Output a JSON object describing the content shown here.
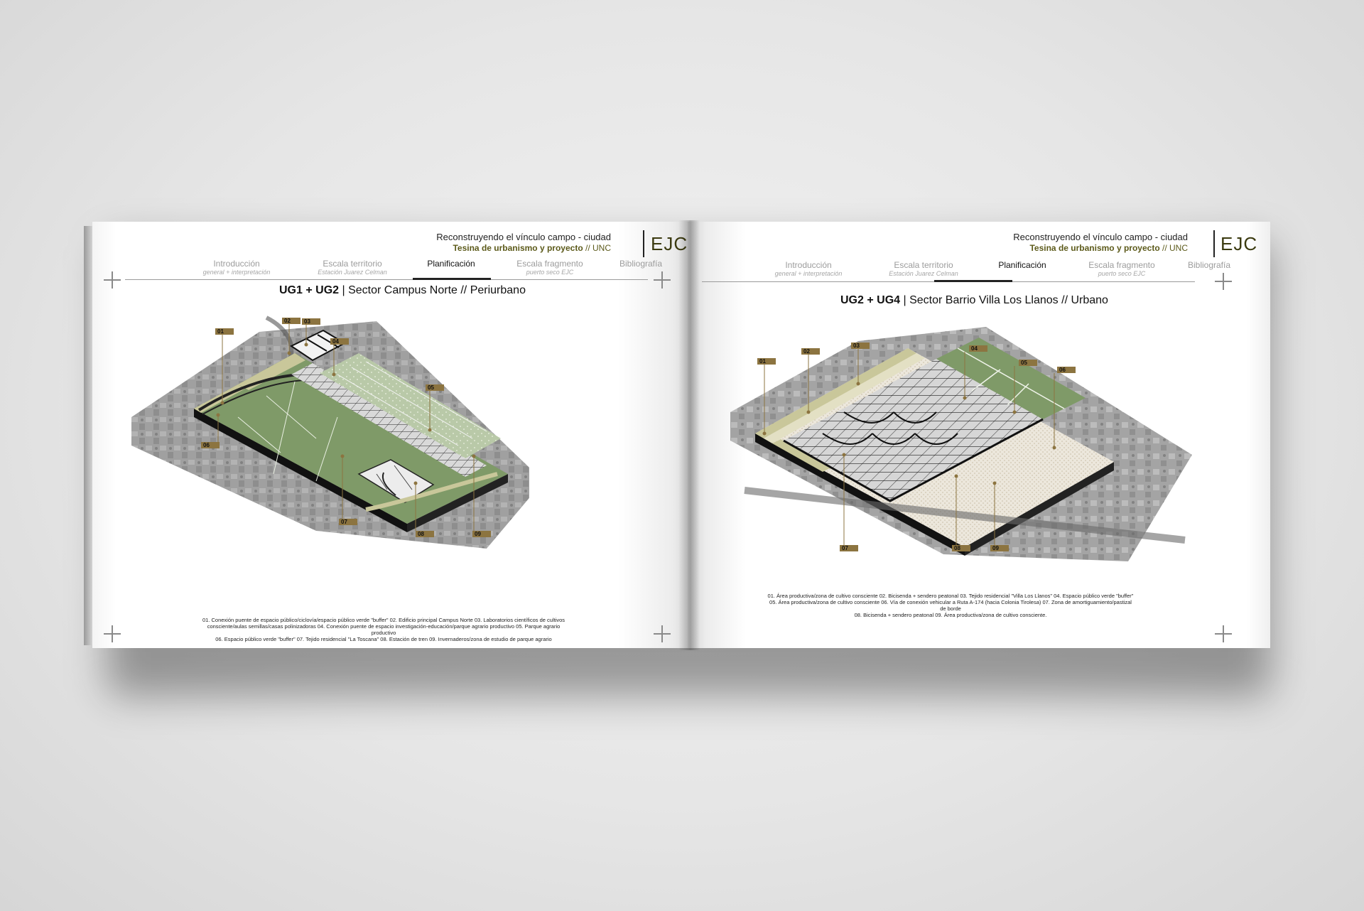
{
  "header": {
    "title": "Reconstruyendo el vínculo campo - ciudad",
    "subtitle_strong": "Tesina de urbanismo y proyecto",
    "subtitle_tail": " // UNC",
    "brand": "EJC"
  },
  "tabs": [
    {
      "label": "Introducción",
      "sub": "general + interpretación"
    },
    {
      "label": "Escala territorio",
      "sub": "Estación Juarez Celman"
    },
    {
      "label": "Planificación",
      "sub": ""
    },
    {
      "label": "Escala fragmento",
      "sub": "puerto seco EJC"
    },
    {
      "label": "Bibliografía",
      "sub": ""
    }
  ],
  "active_tab": "Planificación",
  "left_page": {
    "section_bold": "UG1 + UG2",
    "section_rest": "Sector Campus Norte // Periurbano",
    "markers": [
      "01",
      "02",
      "03",
      "04",
      "05",
      "06",
      "07",
      "08",
      "09"
    ],
    "caption": [
      "01. Conexión puente de espacio público/ciclovía/espacio público verde \"buffer\" 02. Edificio principal Campus Norte 03. Laboratorios científicos de cultivos",
      "consciente/aulas semillas/casas polinizadoras 04. Conexión puente de espacio investigación-educación/parque agrario productivo 05. Parque agrario productivo",
      "06. Espacio público verde \"buffer\" 07. Tejido residencial \"La Toscana\" 08. Estación de tren 09. Invernaderos/zona de estudio de parque agrario"
    ]
  },
  "right_page": {
    "section_bold": "UG2 + UG4",
    "section_rest": "Sector Barrio Villa Los Llanos // Urbano",
    "markers": [
      "01",
      "02",
      "03",
      "04",
      "05",
      "06",
      "07",
      "08",
      "09"
    ],
    "caption": [
      "01. Área productiva/zona de cultivo consciente 02. Bicisenda + sendero peatonal 03. Tejido residencial \"Villa Los Llanos\" 04. Espacio público verde \"buffer\"",
      "05. Área productiva/zona de cultivo consciente 06. Vía de conexión vehicular a Ruta A-174 (hacia Colonia Tirolesa) 07. Zona de amortiguamiento/pastizal de borde",
      "08. Bicisenda + sendero peatonal 09. Área productiva/zona de cultivo consciente."
    ]
  },
  "colors": {
    "accent_olive": "#5c5a1a",
    "marker_gold": "#8c7440",
    "green_field": "#7f9a68",
    "sand": "#c9c79a"
  }
}
